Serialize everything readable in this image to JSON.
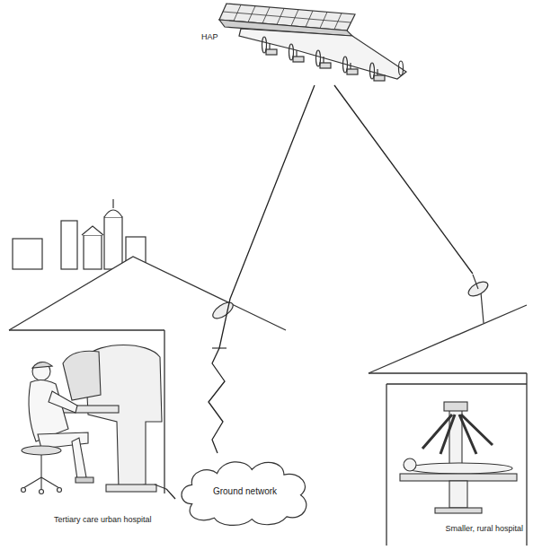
{
  "diagram": {
    "nodes": [
      {
        "text": [
          "HAP"
        ]
      },
      {
        "text": [
          "Tertiary care urban hospital"
        ]
      },
      {
        "text": [
          "Ground network"
        ]
      },
      {
        "text": [
          "Smaller, rural hospital"
        ]
      }
    ],
    "edges": [
      {
        "from": 0,
        "to": 2,
        "arrow": "none"
      },
      {
        "from": 0,
        "to": 3,
        "arrow": "none"
      },
      {
        "from": 2,
        "to": 1,
        "arrow": "none"
      }
    ]
  }
}
